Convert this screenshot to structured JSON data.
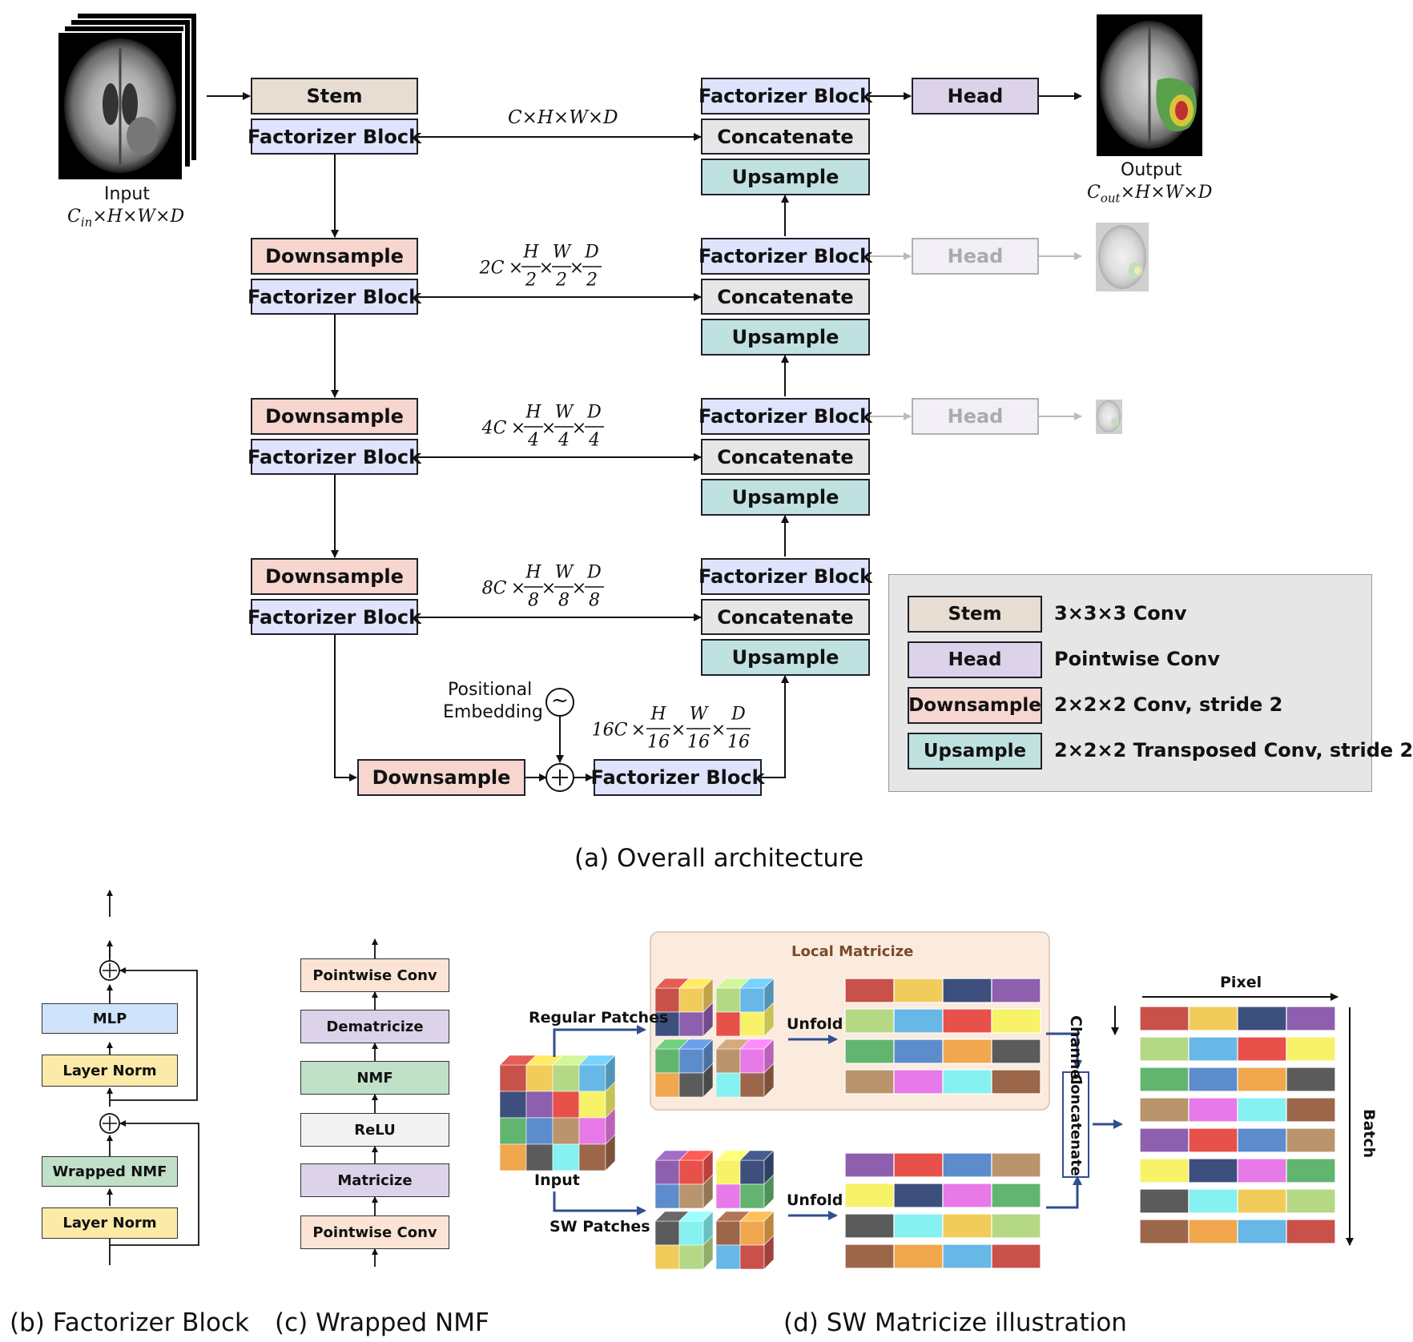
{
  "overall": {
    "input_label": "Input",
    "input_shape": "C_in×H×W×D",
    "output_label": "Output",
    "output_shape": "C_out×H×W×D",
    "stem": "Stem",
    "factorizer_block": "Factorizer Block",
    "downsample": "Downsample",
    "upsample": "Upsample",
    "concatenate": "Concatenate",
    "head": "Head",
    "positional_embedding_line1": "Positional",
    "positional_embedding_line2": "Embedding",
    "tilde_symbol": "~",
    "plus_symbol": "+",
    "skip_shapes": [
      {
        "coef": "C",
        "den": "",
        "plain": "C×H×W×D"
      },
      {
        "coef": "2C",
        "den": "2"
      },
      {
        "coef": "4C",
        "den": "4"
      },
      {
        "coef": "8C",
        "den": "8"
      },
      {
        "coef": "16C",
        "den": "16"
      }
    ],
    "frac_nums": [
      "H",
      "W",
      "D"
    ],
    "times": "×",
    "caption": "(a) Overall architecture"
  },
  "legend": [
    {
      "name": "Stem",
      "desc": "3×3×3 Conv",
      "color": "#e8ddd2"
    },
    {
      "name": "Head",
      "desc": "Pointwise Conv",
      "color": "#dcd3ea"
    },
    {
      "name": "Downsample",
      "desc": "2×2×2 Conv, stride 2",
      "color": "#f6d6cf"
    },
    {
      "name": "Upsample",
      "desc": "2×2×2 Transposed Conv, stride 2",
      "color": "#bfe2e0"
    }
  ],
  "factorizer_detail": {
    "mlp": "MLP",
    "layer_norm": "Layer Norm",
    "wrapped_nmf": "Wrapped NMF",
    "oplus": "+",
    "caption": "(b) Factorizer Block"
  },
  "wrapped_nmf_detail": {
    "blocks": [
      "Pointwise Conv",
      "Dematricize",
      "NMF",
      "ReLU",
      "Matricize",
      "Pointwise Conv"
    ],
    "caption": "(c) Wrapped NMF"
  },
  "sw_matricize": {
    "local_matricize": "Local Matricize",
    "regular_patches": "Regular Patches",
    "sw_patches": "SW Patches",
    "input": "Input",
    "unfold": "Unfold",
    "concatenate": "Concatenate",
    "pixel": "Pixel",
    "channel": "Channel",
    "batch": "Batch",
    "caption": "(d) SW Matricize illustration"
  },
  "colors": {
    "red": "#c8514a",
    "yellow": "#f2cc5a",
    "navy": "#3d4f7c",
    "purple": "#8e5fae",
    "lightgreen": "#b5d884",
    "skyblue": "#67b8e6",
    "brightred": "#e8504a",
    "lemon": "#f7f268",
    "green": "#62b56e",
    "blue": "#5c8ccc",
    "orange": "#f0a74e",
    "darkgray": "#5b5b5b",
    "tan": "#b9946c",
    "magenta": "#e879e8",
    "cyan": "#86f1f1",
    "brown": "#9c664a",
    "arrow_blue": "#2f4f8f"
  }
}
